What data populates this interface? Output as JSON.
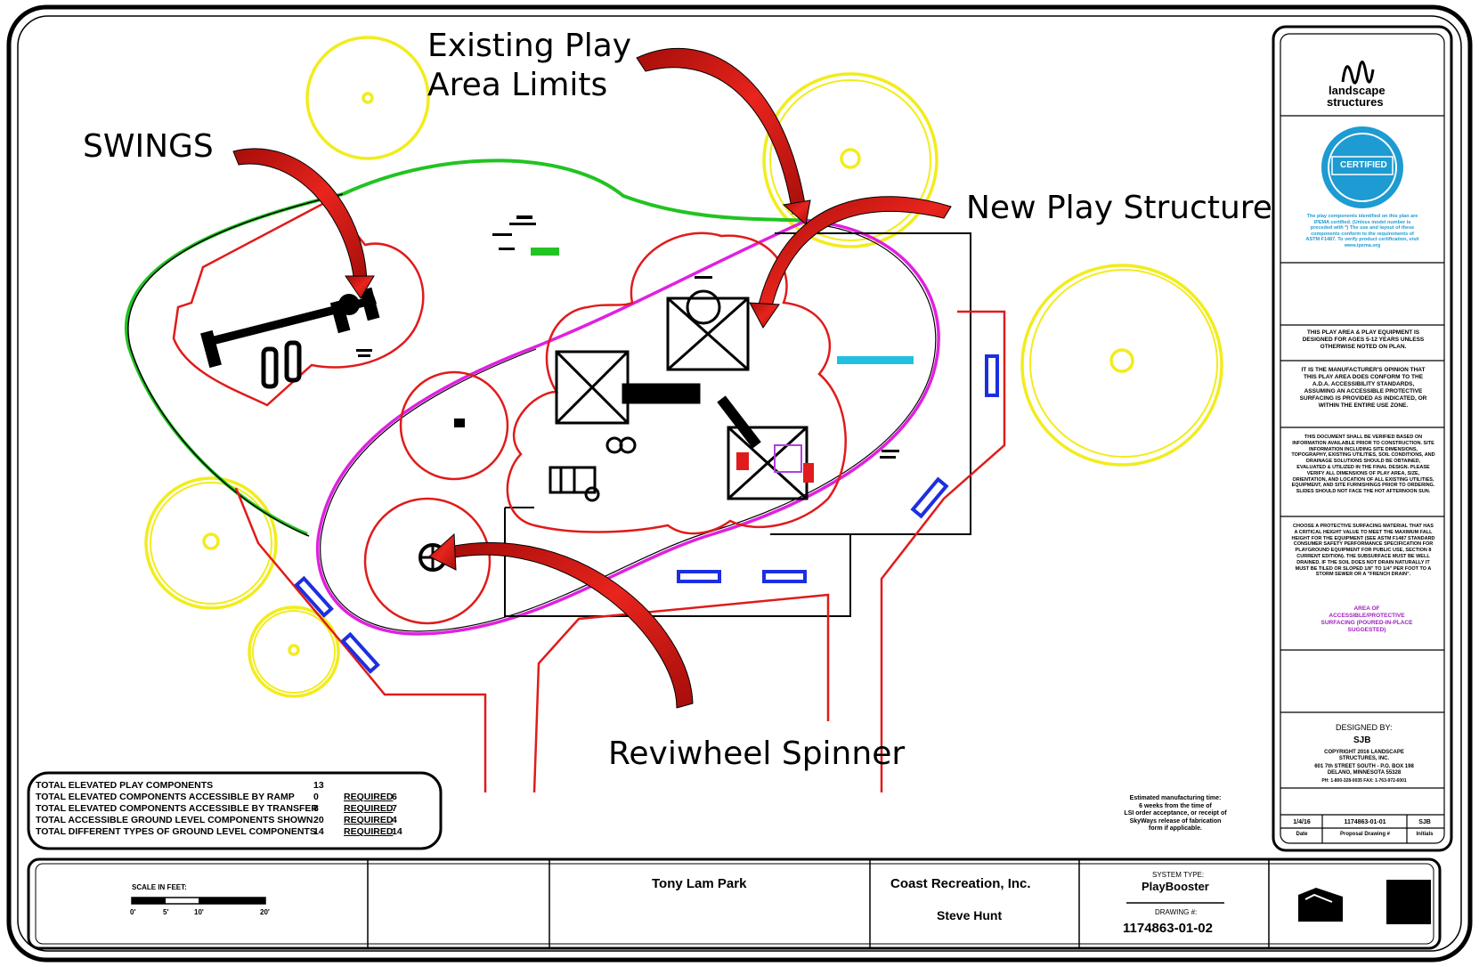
{
  "callouts": {
    "existing_play_area": "Existing Play\nArea Limits",
    "swings": "SWINGS",
    "new_play_structure": "New Play Structure",
    "reviwheel_spinner": "Reviwheel Spinner"
  },
  "summary": {
    "rows": [
      {
        "label": "TOTAL ELEVATED PLAY COMPONENTS",
        "value": "13",
        "req_label": "",
        "req_value": ""
      },
      {
        "label": "TOTAL ELEVATED COMPONENTS ACCESSIBLE BY RAMP",
        "value": "0",
        "req_label": "REQUIRED",
        "req_value": "6"
      },
      {
        "label": "TOTAL ELEVATED COMPONENTS ACCESSIBLE BY TRANSFER",
        "value": "8",
        "req_label": "REQUIRED",
        "req_value": "7"
      },
      {
        "label": "TOTAL ACCESSIBLE GROUND LEVEL COMPONENTS SHOWN",
        "value": "20",
        "req_label": "REQUIRED",
        "req_value": "4"
      },
      {
        "label": "TOTAL DIFFERENT TYPES OF GROUND LEVEL COMPONENTS",
        "value": "14",
        "req_label": "REQUIRED",
        "req_value": "14"
      }
    ]
  },
  "title_block": {
    "scale_label": "SCALE IN FEET:",
    "scale_ticks": [
      "0'",
      "5'",
      "10'",
      "20'"
    ],
    "project": "Tony Lam Park",
    "dealer": "Coast Recreation, Inc.",
    "contact": "Steve Hunt",
    "system_type_label": "SYSTEM TYPE:",
    "system_type": "PlayBooster",
    "drawing_label": "DRAWING #:",
    "drawing_number": "1174863-01-02"
  },
  "manufacturing_note": "Estimated manufacturing time:\n6 weeks from the time of\nLSI order acceptance, or receipt of\nSkyWays release of fabrication\nform if applicable.",
  "side_panel": {
    "brand_line1": "landscape",
    "brand_line2": "structures",
    "ipema_word": "CERTIFIED",
    "ipema_note": "The play components identified on this plan are IPEMA certified. (Unless model number is preceded with *) The use and layout of these components conform to the requirements of ASTM F1487. To verify product certification, visit www.ipema.org",
    "age_note": "THIS PLAY AREA & PLAY EQUIPMENT IS DESIGNED FOR AGES 5-12 YEARS UNLESS OTHERWISE NOTED ON PLAN.",
    "ada_note": "IT IS THE MANUFACTURER'S OPINION THAT THIS PLAY AREA DOES CONFORM TO THE A.D.A. ACCESSIBILITY STANDARDS, ASSUMING AN ACCESSIBLE PROTECTIVE SURFACING IS PROVIDED AS INDICATED, OR WITHIN THE ENTIRE USE ZONE.",
    "site_note": "THIS DOCUMENT SHALL BE VERIFIED BASED ON INFORMATION AVAILABLE PRIOR TO CONSTRUCTION. SITE INFORMATION INCLUDING SITE DIMENSIONS, TOPOGRAPHY, EXISTING UTILITIES, SOIL CONDITIONS, AND DRAINAGE SOLUTIONS SHOULD BE OBTAINED, EVALUATED & UTILIZED IN THE FINAL DESIGN. PLEASE VERIFY ALL DIMENSIONS OF PLAY AREA, SIZE, ORIENTATION, AND LOCATION OF ALL EXISTING UTILITIES, EQUIPMENT, AND SITE FURNISHINGS PRIOR TO ORDERING. SLIDES SHOULD NOT FACE THE HOT AFTERNOON SUN.",
    "surfacing_note": "CHOOSE A PROTECTIVE SURFACING MATERIAL THAT HAS A CRITICAL HEIGHT VALUE TO MEET THE MAXIMUM FALL HEIGHT FOR THE EQUIPMENT (SEE ASTM F1487 STANDARD CONSUMER SAFETY PERFORMANCE SPECIFICATION FOR PLAYGROUND EQUIPMENT FOR PUBLIC USE, SECTION 8 CURRENT EDITION). THE SUBSURFACE MUST BE WELL DRAINED. IF THE SOIL DOES NOT DRAIN NATURALLY IT MUST BE TILED OR SLOPED 1/8\" TO 1/4\" PER FOOT TO A STORM SEWER OR A \"FRENCH DRAIN\".",
    "area_note": "AREA OF ACCESSIBLE/PROTECTIVE SURFACING (POURED-IN-PLACE SUGGESTED)",
    "designed_by_label": "DESIGNED BY:",
    "designer": "SJB",
    "copyright": "COPYRIGHT 2016 LANDSCAPE STRUCTURES, INC.",
    "address": "601 7th STREET SOUTH - P.O. BOX 198 DELANO, MINNESOTA 55328",
    "phone": "PH: 1-800-328-0035  FAX: 1-763-972-6001",
    "date_label": "Date",
    "proposal_label": "Proposal Drawing #",
    "initials_label": "Initials",
    "date_value": "1/4/16",
    "proposal_value": "1174863-01-01",
    "initials_value": "SJB"
  },
  "colors": {
    "boundary_green": "#22c322",
    "existing_magenta": "#e020e0",
    "zone_red": "#e01b1b",
    "tree_yellow": "#f2ec1c",
    "bench_blue": "#1c2fe0",
    "arrow_red": "#c8120f"
  }
}
